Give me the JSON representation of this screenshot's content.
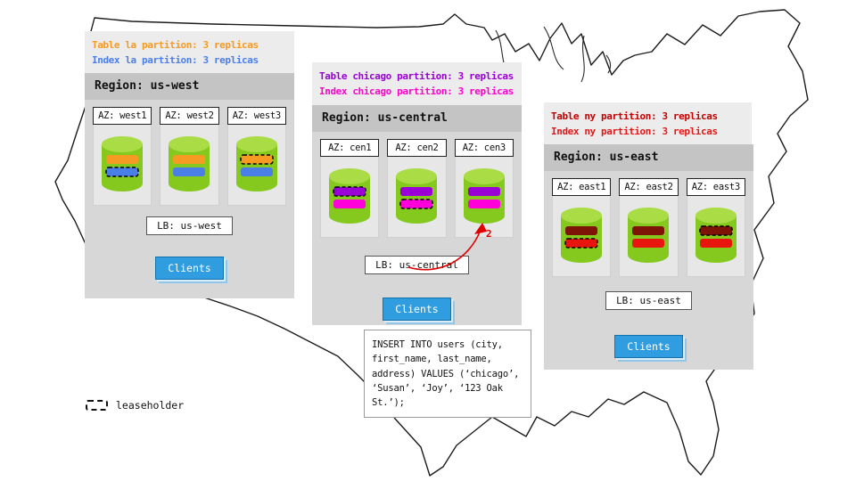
{
  "colors": {
    "table_la": "#f59a23",
    "index_la": "#4a7fe8",
    "table_chicago": "#9a00d6",
    "index_chicago": "#ff00cc",
    "table_ny": "#c40000",
    "index_ny": "#e81515",
    "cylinder_green": "#85c91f",
    "clients_blue": "#2f9de0",
    "arrow_red": "#e00000"
  },
  "regions": [
    {
      "name": "us-west",
      "title": "Region: us-west",
      "annotation": [
        {
          "text": "Table la partition: 3 replicas"
        },
        {
          "text": "Index la partition: 3 replicas"
        }
      ],
      "azs": [
        {
          "label": "AZ: west1",
          "bars": [
            {
              "partition": "table la",
              "color": "#f59a23",
              "leaseholder": false
            },
            {
              "partition": "index la",
              "color": "#4a7fe8",
              "leaseholder": true
            }
          ]
        },
        {
          "label": "AZ: west2",
          "bars": [
            {
              "partition": "table la",
              "color": "#f59a23",
              "leaseholder": false
            },
            {
              "partition": "index la",
              "color": "#4a7fe8",
              "leaseholder": false
            }
          ]
        },
        {
          "label": "AZ: west3",
          "bars": [
            {
              "partition": "table la",
              "color": "#f59a23",
              "leaseholder": true
            },
            {
              "partition": "index la",
              "color": "#4a7fe8",
              "leaseholder": false
            }
          ]
        }
      ],
      "lb": "LB: us-west",
      "clients": "Clients"
    },
    {
      "name": "us-central",
      "title": "Region: us-central",
      "annotation": [
        {
          "text": "Table chicago partition: 3 replicas"
        },
        {
          "text": "Index chicago partition: 3 replicas"
        }
      ],
      "azs": [
        {
          "label": "AZ: cen1",
          "bars": [
            {
              "partition": "table chicago",
              "color": "#9a00d6",
              "leaseholder": true
            },
            {
              "partition": "index chicago",
              "color": "#ff00db",
              "leaseholder": false
            }
          ]
        },
        {
          "label": "AZ: cen2",
          "bars": [
            {
              "partition": "table chicago",
              "color": "#9a00d6",
              "leaseholder": false
            },
            {
              "partition": "index chicago",
              "color": "#ff00db",
              "leaseholder": true
            }
          ]
        },
        {
          "label": "AZ: cen3",
          "bars": [
            {
              "partition": "table chicago",
              "color": "#9a00d6",
              "leaseholder": false
            },
            {
              "partition": "index chicago",
              "color": "#ff00db",
              "leaseholder": false
            }
          ]
        }
      ],
      "lb": "LB: us-central",
      "clients": "Clients"
    },
    {
      "name": "us-east",
      "title": "Region: us-east",
      "annotation": [
        {
          "text": "Table ny partition: 3 replicas"
        },
        {
          "text": "Index ny partition: 3 replicas"
        }
      ],
      "azs": [
        {
          "label": "AZ: east1",
          "bars": [
            {
              "partition": "table ny",
              "color": "#7e1408",
              "leaseholder": false
            },
            {
              "partition": "index ny",
              "color": "#e8150f",
              "leaseholder": true
            }
          ]
        },
        {
          "label": "AZ: east2",
          "bars": [
            {
              "partition": "table ny",
              "color": "#7e1408",
              "leaseholder": false
            },
            {
              "partition": "index ny",
              "color": "#e8150f",
              "leaseholder": false
            }
          ]
        },
        {
          "label": "AZ: east3",
          "bars": [
            {
              "partition": "table ny",
              "color": "#7e1408",
              "leaseholder": true
            },
            {
              "partition": "index ny",
              "color": "#e8150f",
              "leaseholder": false
            }
          ]
        }
      ],
      "lb": "LB: us-east",
      "clients": "Clients"
    }
  ],
  "sql_text": "INSERT INTO users (city,\nfirst_name, last_name,\naddress) VALUES (‘chicago’,\n‘Susan’, ‘Joy’, ‘123 Oak\nSt.’);",
  "arrow_label": "2",
  "legend": {
    "label": "leaseholder"
  }
}
